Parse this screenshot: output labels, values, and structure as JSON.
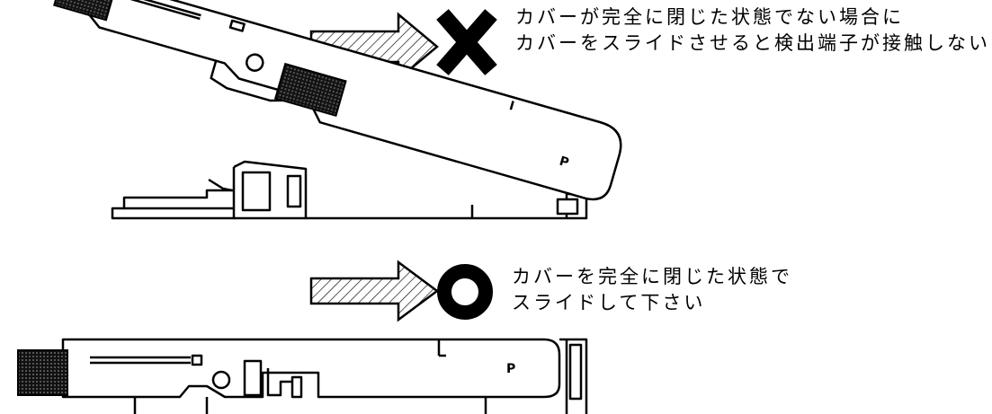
{
  "incorrect_case": {
    "lines": [
      "カバーが完全に閉じた状態でない場合に",
      "カバーをスライドさせると検出端子が接触しない"
    ],
    "symbol": "cross-mark-icon"
  },
  "correct_case": {
    "lines": [
      "カバーを完全に閉じた状態で",
      "スライドして下さい"
    ],
    "symbol": "circle-mark-icon"
  },
  "colors": {
    "line": "#000000",
    "fill": "#ffffff",
    "knurl": "#222222"
  }
}
